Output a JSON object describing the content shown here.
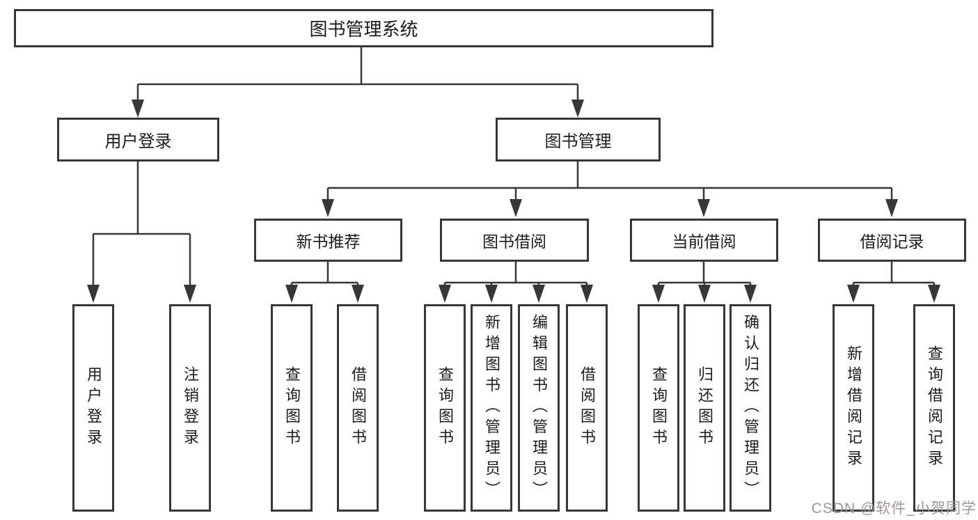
{
  "diagram": {
    "type": "tree",
    "title": "图书管理系统",
    "nodes": {
      "root": {
        "label": "图书管理系统"
      },
      "user_login": {
        "label": "用户登录"
      },
      "book_mgmt": {
        "label": "图书管理"
      },
      "new_book_rec": {
        "label": "新书推荐"
      },
      "book_borrow": {
        "label": "图书借阅"
      },
      "current_borrow": {
        "label": "当前借阅"
      },
      "borrow_record": {
        "label": "借阅记录"
      },
      "login": {
        "label": "用户登录"
      },
      "logout": {
        "label": "注销登录"
      },
      "rec_query": {
        "label": "查询图书"
      },
      "rec_borrow": {
        "label": "借阅图书"
      },
      "bb_query": {
        "label": "查询图书"
      },
      "bb_add": {
        "label": "新增图书（管理员）"
      },
      "bb_edit": {
        "label": "编辑图书（管理员）"
      },
      "bb_borrow": {
        "label": "借阅图书"
      },
      "cb_query": {
        "label": "查询图书"
      },
      "cb_return": {
        "label": "归还图书"
      },
      "cb_confirm": {
        "label": "确认归还（管理员）"
      },
      "br_add": {
        "label": "新增借阅记录"
      },
      "br_query": {
        "label": "查询借阅记录"
      }
    },
    "hierarchy": {
      "图书管理系统": {
        "用户登录": [
          "用户登录",
          "注销登录"
        ],
        "图书管理": {
          "新书推荐": [
            "查询图书",
            "借阅图书"
          ],
          "图书借阅": [
            "查询图书",
            "新增图书（管理员）",
            "编辑图书（管理员）",
            "借阅图书"
          ],
          "当前借阅": [
            "查询图书",
            "归还图书",
            "确认归还（管理员）"
          ],
          "借阅记录": [
            "新增借阅记录",
            "查询借阅记录"
          ]
        }
      }
    }
  },
  "watermark": {
    "text": "CSDN @软件_小贺同学"
  },
  "colors": {
    "line": "#373737",
    "box_border": "#373737",
    "text": "#1c1c1c",
    "background": "#ffffff",
    "watermark": "#9c9695"
  }
}
